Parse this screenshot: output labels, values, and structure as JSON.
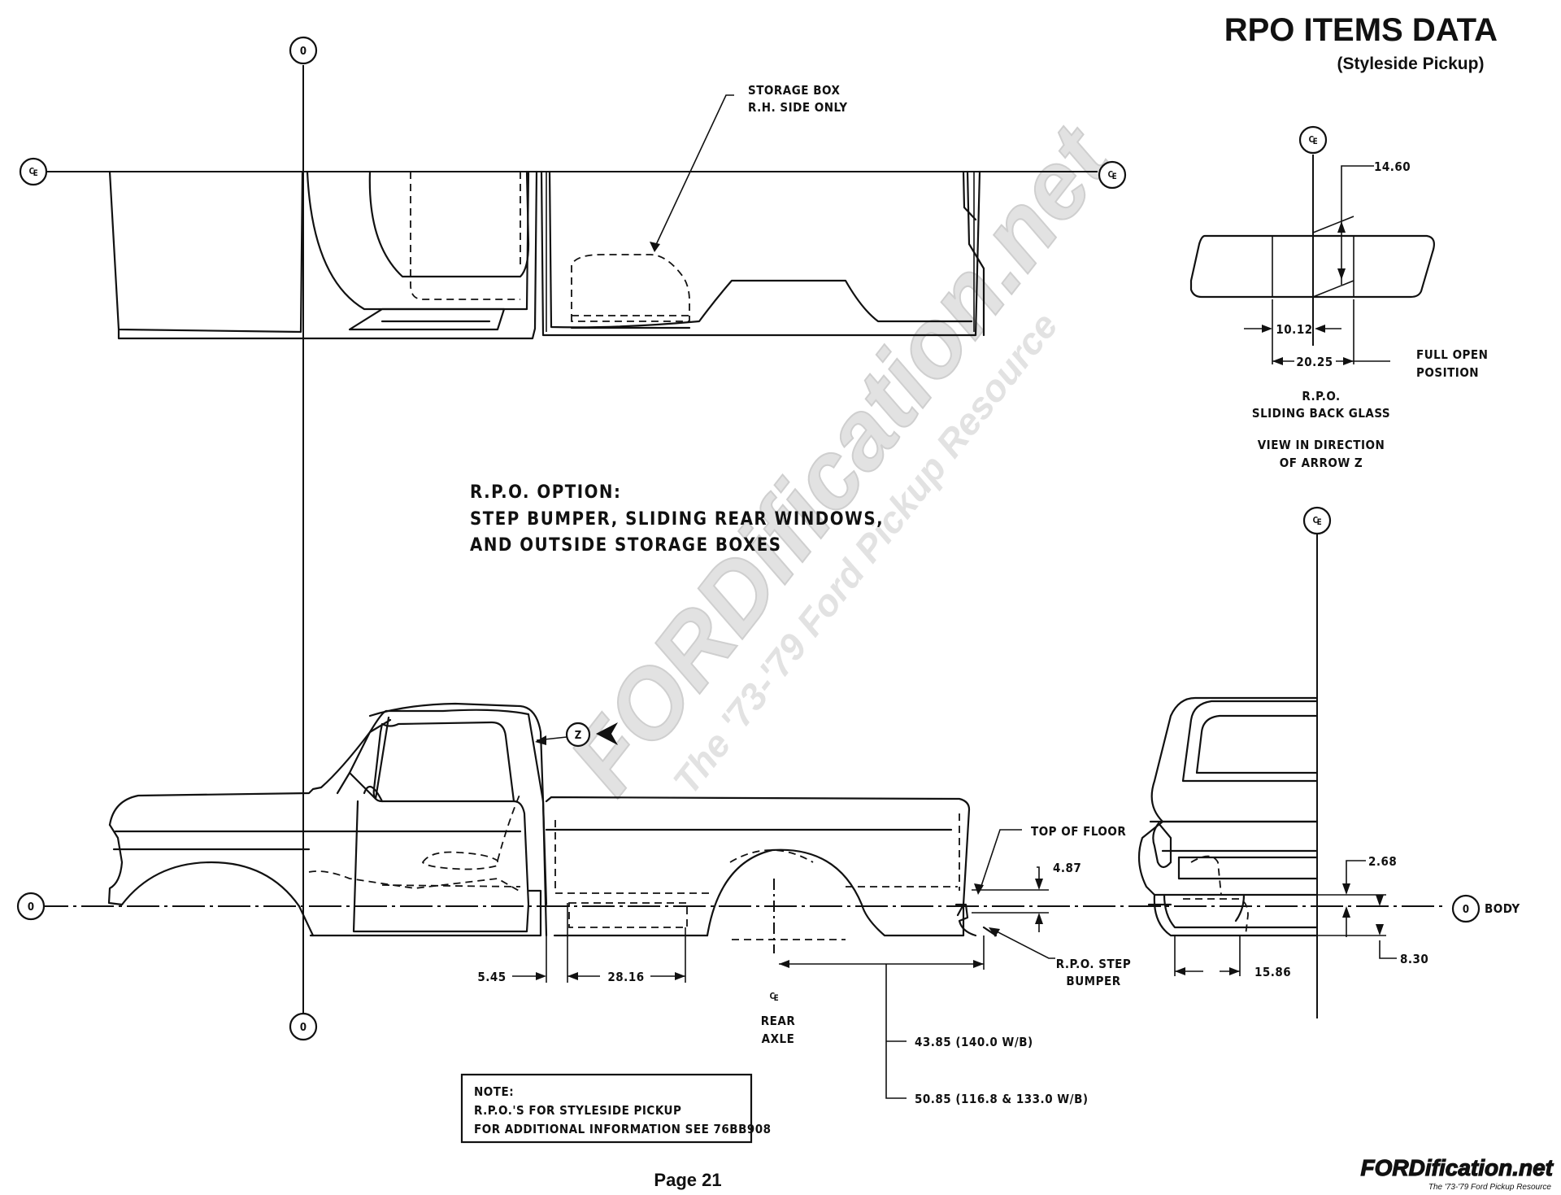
{
  "header": {
    "title": "RPO ITEMS DATA",
    "subtitle": "(Styleside Pickup)"
  },
  "watermark": {
    "brand": "FORDification.net",
    "tagline": "The '73-'79 Ford Pickup Resource"
  },
  "markers": {
    "zero": "0",
    "centerline": "₠",
    "arrow_z": "Z"
  },
  "top_view": {
    "storage_box": "STORAGE BOX",
    "storage_box_side": "R.H. SIDE ONLY"
  },
  "rpo_option": {
    "heading": "R.P.O. OPTION:",
    "line1": "STEP BUMPER, SLIDING REAR WINDOWS,",
    "line2": "AND OUTSIDE STORAGE BOXES"
  },
  "glass_view": {
    "dim_height": "14.60",
    "dim_partial": "10.12",
    "dim_full": "20.25",
    "full_open_1": "FULL OPEN",
    "full_open_2": "POSITION",
    "rpo": "R.P.O.",
    "sliding": "SLIDING BACK GLASS",
    "view_1": "VIEW IN DIRECTION",
    "view_2": "OF ARROW Z"
  },
  "side_view": {
    "top_of_floor": "TOP OF FLOOR",
    "dim_floor": "4.87",
    "step_bumper_1": "R.P.O. STEP",
    "step_bumper_2": "BUMPER",
    "dim_545": "5.45",
    "dim_2816": "28.16",
    "rear_axle_1": "REAR",
    "rear_axle_2": "AXLE",
    "dim_wb140": "43.85 (140.0 W/B)",
    "dim_wb116": "50.85 (116.8 & 133.0 W/B)"
  },
  "rear_view": {
    "dim_268": "2.68",
    "dim_830": "8.30",
    "dim_1586": "15.86",
    "body": "BODY"
  },
  "note": {
    "heading": "NOTE:",
    "line1": "R.P.O.'S FOR STYLESIDE PICKUP",
    "line2": "FOR ADDITIONAL INFORMATION SEE 76BB908"
  },
  "footer": {
    "page": "Page 21",
    "logo": "FORDification.net",
    "logo_tagline": "The '73-'79 Ford Pickup Resource"
  }
}
